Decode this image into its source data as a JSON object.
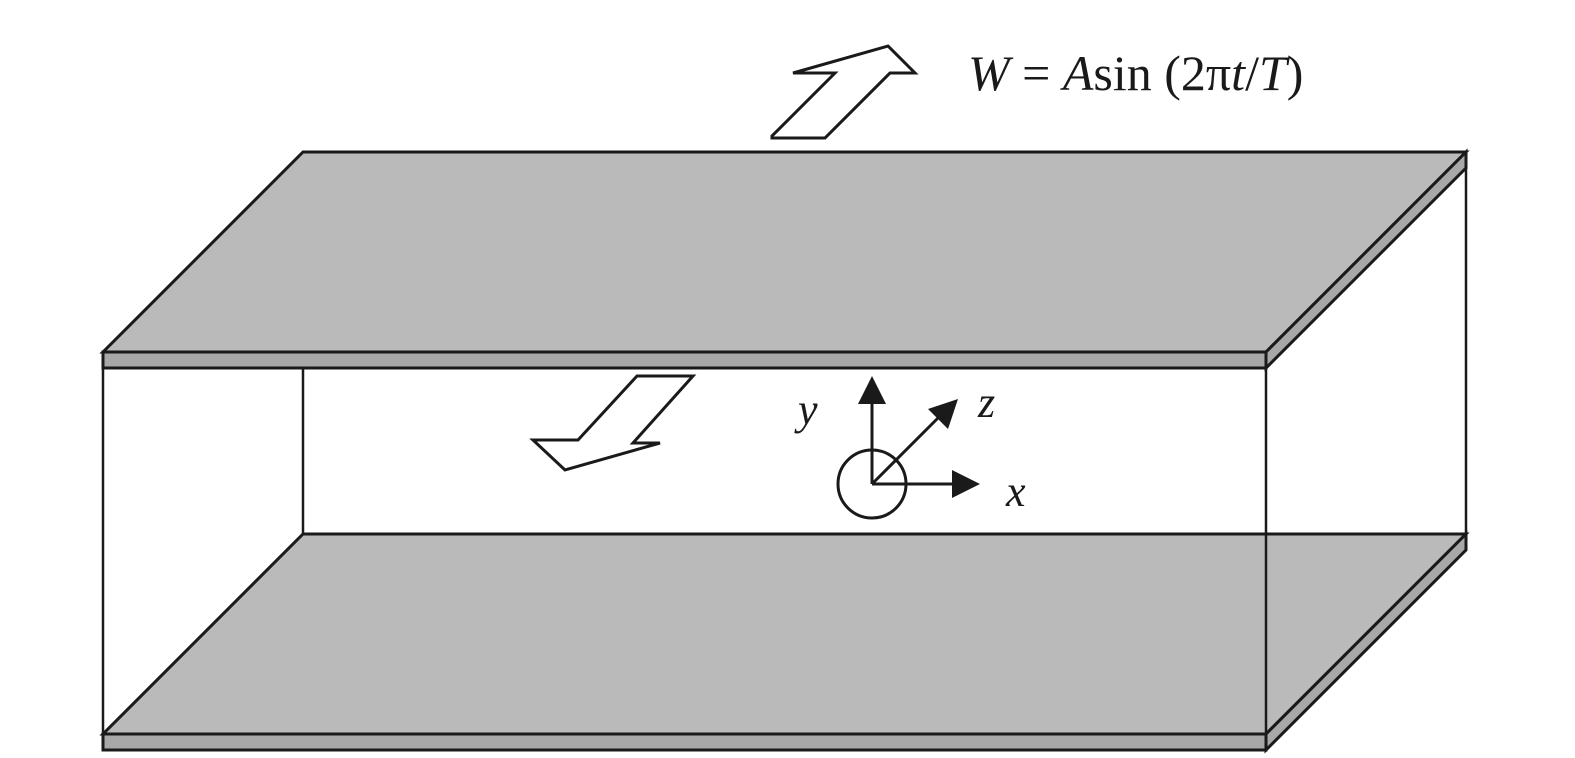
{
  "equation": {
    "lhs": "W",
    "equals": " = ",
    "amp": "A",
    "func": "sin",
    "open": " (2π",
    "t": "t",
    "slash": "/",
    "T": "T",
    "close": ")"
  },
  "axes": {
    "x": "x",
    "y": "y",
    "z": "z"
  },
  "colors": {
    "plate": "#bababa",
    "plate_edge": "#a8a8a8",
    "line": "#1a1a1a",
    "background": "#ffffff"
  }
}
